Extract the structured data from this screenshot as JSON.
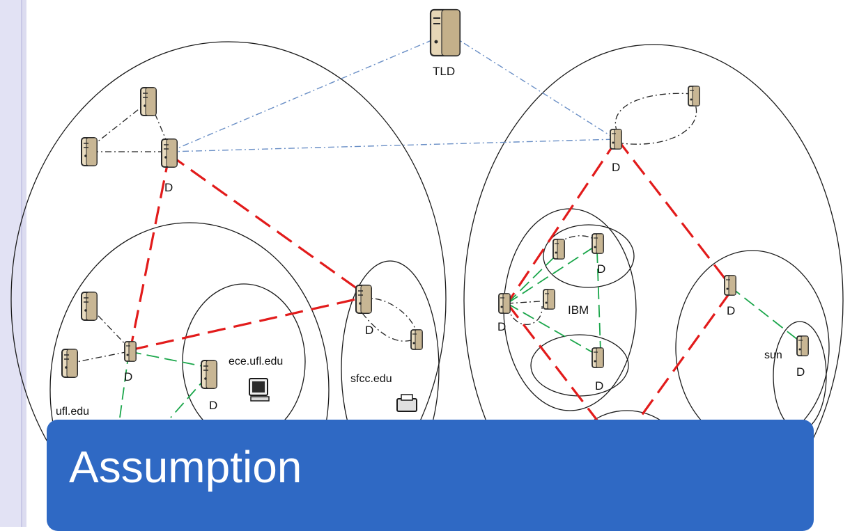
{
  "slide": {
    "title": "Assumption"
  },
  "diagram": {
    "labels": {
      "tld": "TLD",
      "ufl": "ufl.edu",
      "ece": "ece.ufl.edu",
      "sfcc": "sfcc.edu",
      "ibm": "IBM",
      "sun": "sun",
      "d": "D"
    },
    "icons": {
      "server": "server-tower-icon",
      "computer": "desktop-monitor-icon",
      "tld_server": "tld-server-icon"
    },
    "colors": {
      "red_link": "#e21b1b",
      "green_link": "#1aa64a",
      "blue_link": "#6a8fc6",
      "black_link": "#222222",
      "banner": "#2f69c4"
    }
  }
}
